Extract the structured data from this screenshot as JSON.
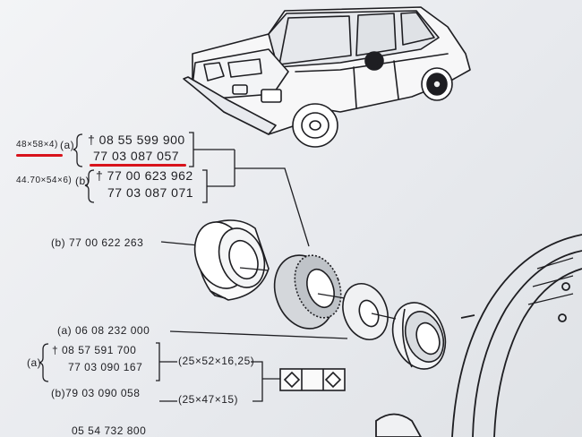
{
  "sheet": {
    "ref_48": {
      "size": "48×58×4)",
      "variant": "(a)",
      "part_1": "† 08 55 599 900",
      "part_2": "77 03 087 057"
    },
    "ref_44": {
      "size": "44.70×54×6)",
      "variant": "(b)",
      "part_1": "† 77 00 623 962",
      "part_2": "77 03 087 071"
    },
    "seal_b": "(b) 77 00 622 263",
    "washer_a": "(a) 06 08 232 000",
    "bearing_group": {
      "variant": "(a)",
      "part_1": "† 08 57 591 700",
      "part_2": "77 03 090 167"
    },
    "bearing_dim_a": "(25×52×16,25)",
    "bearing_b": "(b)79 03 090  058",
    "bearing_dim_b": "(25×47×15)",
    "bottom_part": "05 54 732 800"
  },
  "colors": {
    "highlight": "#d8131c",
    "ink": "#1e1e22",
    "paper": "#eef0f2"
  },
  "icons": [
    "car-illustration-icon",
    "seal-ring-icon",
    "bearing-icon",
    "symbol-box-icon",
    "brake-drum-icon"
  ]
}
